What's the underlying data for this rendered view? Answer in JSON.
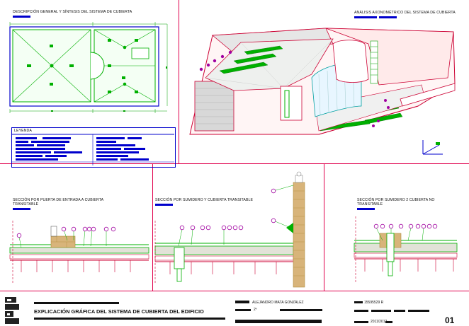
{
  "sheet": {
    "titles": {
      "plan": "DESCRIPCIÓN GENERAL Y SÍNTESIS DEL SISTEMA DE CUBIERTA",
      "axo": "ANÁLISIS AXONOMÉTRICO DEL SISTEMA DE CUBIERTA",
      "legend": "LEYENDA",
      "section1": "SECCIÓN POR PUERTA DE ENTRADA A CUBIERTA TRANSITABLE",
      "section2": "SECCIÓN POR SUMIDERO Y CUBIERTA TRANSITABLE",
      "section3": "SECCIÓN POR SUMIDERO 2 CUBIERTA NO TRANSITABLE"
    },
    "title_block": {
      "main_title": "EXPLICACIÓN GRÁFICA DEL SISTEMA DE CUBIERTA DEL EDIFICIO",
      "author": "ALEJANDRO MATA GONZÁLEZ",
      "course": "2º",
      "code": "15595529 R",
      "year": "2011/2012",
      "sheet_number": "01"
    }
  },
  "colors": {
    "frame": "#e0004d",
    "detail": "#00c000",
    "plan": "#0000cc",
    "wall": "#cc0033",
    "brick": "#b08a3a",
    "marker": "#a000a0"
  }
}
